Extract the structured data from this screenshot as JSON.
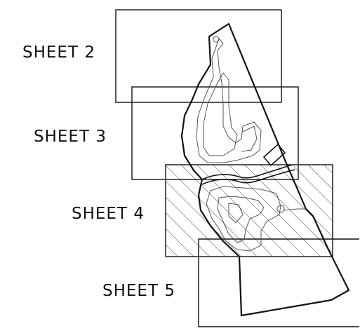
{
  "labels": {
    "sheet2": "SHEET 2",
    "sheet3": "SHEET 3",
    "sheet4": "SHEET 4",
    "sheet5": "SHEET 5"
  },
  "highlighted_sheet": "SHEET 4",
  "colors": {
    "ink": "#111111",
    "hatch": "#333333",
    "background": "#ffffff"
  }
}
